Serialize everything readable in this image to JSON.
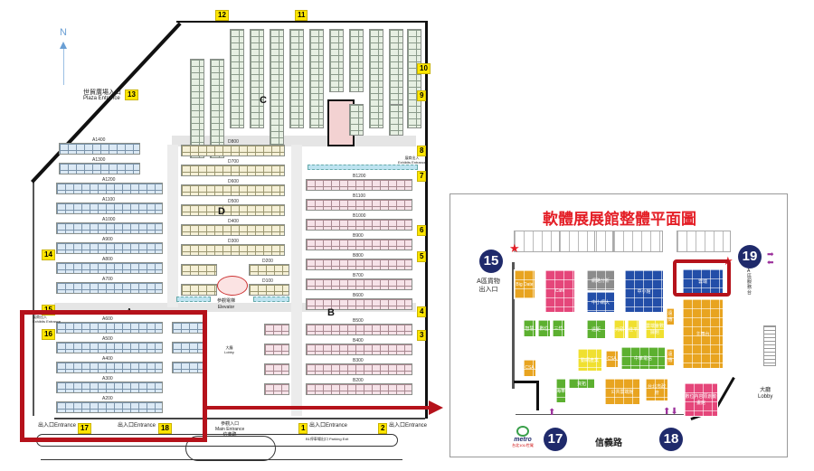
{
  "compass": {
    "label": "N"
  },
  "zones": {
    "A": "A",
    "B": "B",
    "C": "C",
    "D": "D"
  },
  "gates": [
    "1",
    "2",
    "3",
    "4",
    "5",
    "6",
    "7",
    "8",
    "9",
    "10",
    "11",
    "12",
    "13",
    "14",
    "15",
    "16",
    "17",
    "18"
  ],
  "sections": {
    "a": [
      "A1400",
      "A1300",
      "A1200",
      "A1100",
      "A1000",
      "A900",
      "A800",
      "A700",
      "A600",
      "A500",
      "A400",
      "A300",
      "A200"
    ],
    "d": [
      "D800",
      "D700",
      "D600",
      "D500",
      "D400",
      "D300",
      "D200",
      "D100"
    ],
    "b": [
      "B1200",
      "B1100",
      "B1000",
      "B900",
      "B800",
      "B700",
      "B600",
      "B500",
      "B400",
      "B300",
      "B200"
    ]
  },
  "labels": {
    "plaza_entrance_zh": "世貿廣場入口",
    "plaza_entrance_en": "Plaza Entrance",
    "elevator_zh": "參觀電梯",
    "elevator_en": "Elevator",
    "main_entrance_zh": "參觀入口",
    "main_entrance_en": "Main Entrance",
    "main_entrance_road": "信義路",
    "entrance": "出入口Entrance",
    "exhibits_entrance_zh": "展商出入",
    "exhibits_entrance_en": "Exhibits Entrance",
    "parking_exit": "B1停車場出口 Parking Exit",
    "lobby_zh": "大廳",
    "lobby_en": "Lobby"
  },
  "inset": {
    "title": "軟體展展館整體平面圖",
    "gate15": "15",
    "gate17": "17",
    "gate18": "18",
    "gate19": "19",
    "cargo": "A區貨物出入口",
    "road": "信義路",
    "metro": "metro",
    "metro_station": "台北101/世貿",
    "lobby_zh": "大廳",
    "lobby_en": "Lobby",
    "service": "A區服務台",
    "booths": [
      "Big Date",
      "Cafe",
      "網路分析",
      "中小網大",
      "中小館",
      "雲端",
      "主舞台",
      "遠傳",
      "遠傳",
      "智慧",
      "數位",
      "三竹",
      "遠距",
      "元碩",
      "佳平",
      "中原",
      "雲端會數據館",
      "CSA",
      "CSA",
      "動網產業",
      "中華電信",
      "海華",
      "資拓",
      "公共雲端館",
      "台北市政府",
      "數位內容原創動畫館"
    ]
  },
  "colors": {
    "highlight": "#b5121b",
    "navy": "#1f2a6b"
  }
}
